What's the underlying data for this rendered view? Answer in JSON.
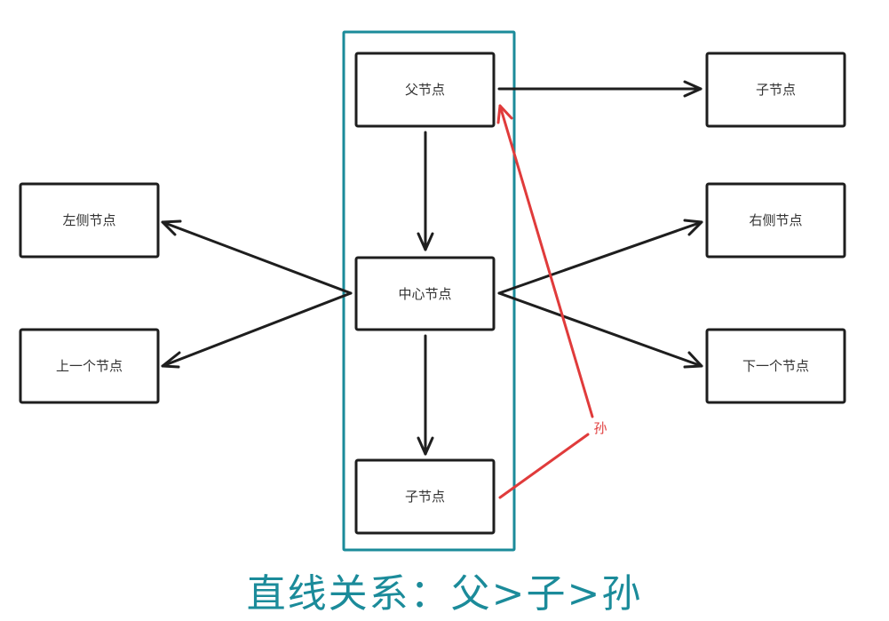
{
  "diagram": {
    "colors": {
      "node_stroke": "#1e1e1e",
      "group_stroke": "#1b8b9a",
      "highlight": "#e03b3b",
      "caption": "#1b8b9a"
    },
    "group": {
      "name": "linear-relation-group",
      "members": [
        "parent",
        "center",
        "child"
      ]
    },
    "nodes": {
      "parent": {
        "label": "父节点"
      },
      "center": {
        "label": "中心节点"
      },
      "child": {
        "label": "子节点"
      },
      "left": {
        "label": "左侧节点"
      },
      "previous": {
        "label": "上一个节点"
      },
      "parent_child": {
        "label": "子节点"
      },
      "right": {
        "label": "右侧节点"
      },
      "next": {
        "label": "下一个节点"
      }
    },
    "edges": [
      {
        "from": "parent",
        "to": "parent_child",
        "style": "arrow"
      },
      {
        "from": "parent",
        "to": "center",
        "style": "arrow"
      },
      {
        "from": "center",
        "to": "child",
        "style": "arrow"
      },
      {
        "from": "center",
        "to": "left",
        "style": "arrow"
      },
      {
        "from": "center",
        "to": "previous",
        "style": "arrow"
      },
      {
        "from": "center",
        "to": "right",
        "style": "arrow"
      },
      {
        "from": "center",
        "to": "next",
        "style": "arrow"
      },
      {
        "from": "child",
        "to": "parent",
        "style": "highlight-arrow",
        "label": "孙"
      }
    ],
    "grandchild_label": "孙",
    "caption": "直线关系：父>子>孙"
  }
}
